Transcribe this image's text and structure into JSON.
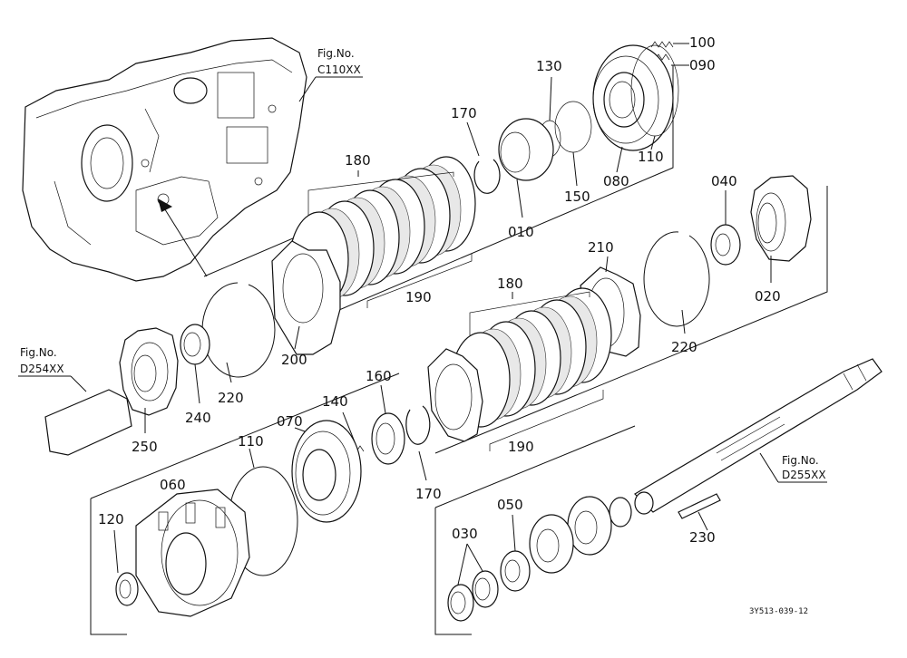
{
  "references": {
    "c110": {
      "line1": "Fig.No.",
      "line2": "C110XX"
    },
    "d254": {
      "line1": "Fig.No.",
      "line2": "D254XX"
    },
    "d255": {
      "line1": "Fig.No.",
      "line2": "D255XX"
    }
  },
  "callouts": {
    "p100": "100",
    "p090": "090",
    "p130": "130",
    "p170a": "170",
    "p180a": "180",
    "p190a": "190",
    "p150": "150",
    "p080": "080",
    "p110a": "110",
    "p010": "010",
    "p040": "040",
    "p020": "020",
    "p210": "210",
    "p180b": "180",
    "p220a": "220",
    "p200": "200",
    "p220b": "220",
    "p240": "240",
    "p250": "250",
    "p160": "160",
    "p140": "140",
    "p070": "070",
    "p110b": "110",
    "p170b": "170",
    "p190b": "190",
    "p060": "060",
    "p120": "120",
    "p050": "050",
    "p030": "030",
    "p230": "230"
  },
  "drawing_code": "3Y513-039-12"
}
